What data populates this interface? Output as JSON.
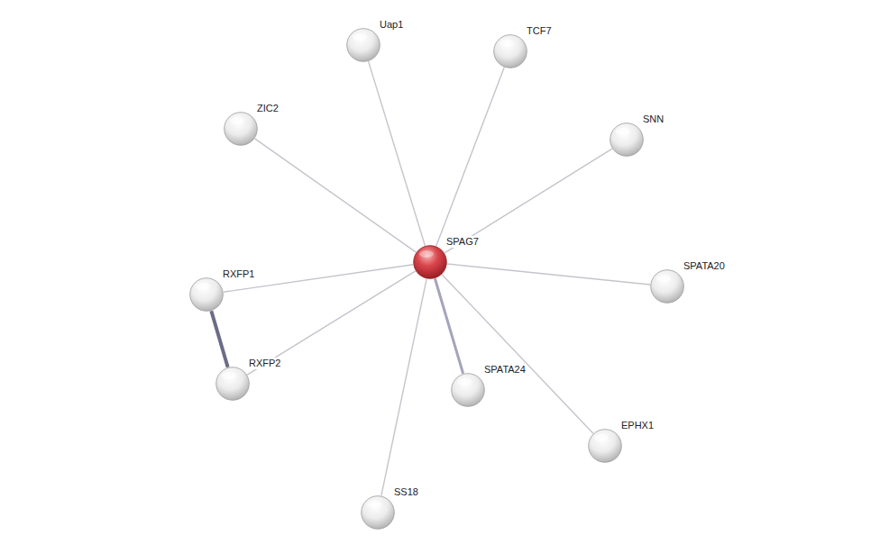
{
  "diagram": {
    "nodes": [
      {
        "text": [
          "Uap1"
        ]
      },
      {
        "text": [
          "TCF7"
        ]
      },
      {
        "text": [
          "ZIC2"
        ]
      },
      {
        "text": [
          "SNN"
        ]
      },
      {
        "text": [
          "SPAG7"
        ]
      },
      {
        "text": [
          "SPATA20"
        ]
      },
      {
        "text": [
          "RXFP1"
        ]
      },
      {
        "text": [
          "RXFP2"
        ]
      },
      {
        "text": [
          "SPATA24"
        ]
      },
      {
        "text": [
          "EPHX1"
        ]
      },
      {
        "text": [
          "SS18"
        ]
      }
    ],
    "edges": [
      {
        "from": 4,
        "to": 0,
        "arrow": "none"
      },
      {
        "from": 4,
        "to": 1,
        "arrow": "none"
      },
      {
        "from": 4,
        "to": 2,
        "arrow": "none"
      },
      {
        "from": 4,
        "to": 3,
        "arrow": "none"
      },
      {
        "from": 4,
        "to": 5,
        "arrow": "none"
      },
      {
        "from": 4,
        "to": 6,
        "arrow": "none"
      },
      {
        "from": 4,
        "to": 7,
        "arrow": "none"
      },
      {
        "from": 4,
        "to": 8,
        "arrow": "none"
      },
      {
        "from": 4,
        "to": 9,
        "arrow": "none"
      },
      {
        "from": 4,
        "to": 10,
        "arrow": "none"
      },
      {
        "from": 6,
        "to": 7,
        "arrow": "none"
      }
    ]
  }
}
